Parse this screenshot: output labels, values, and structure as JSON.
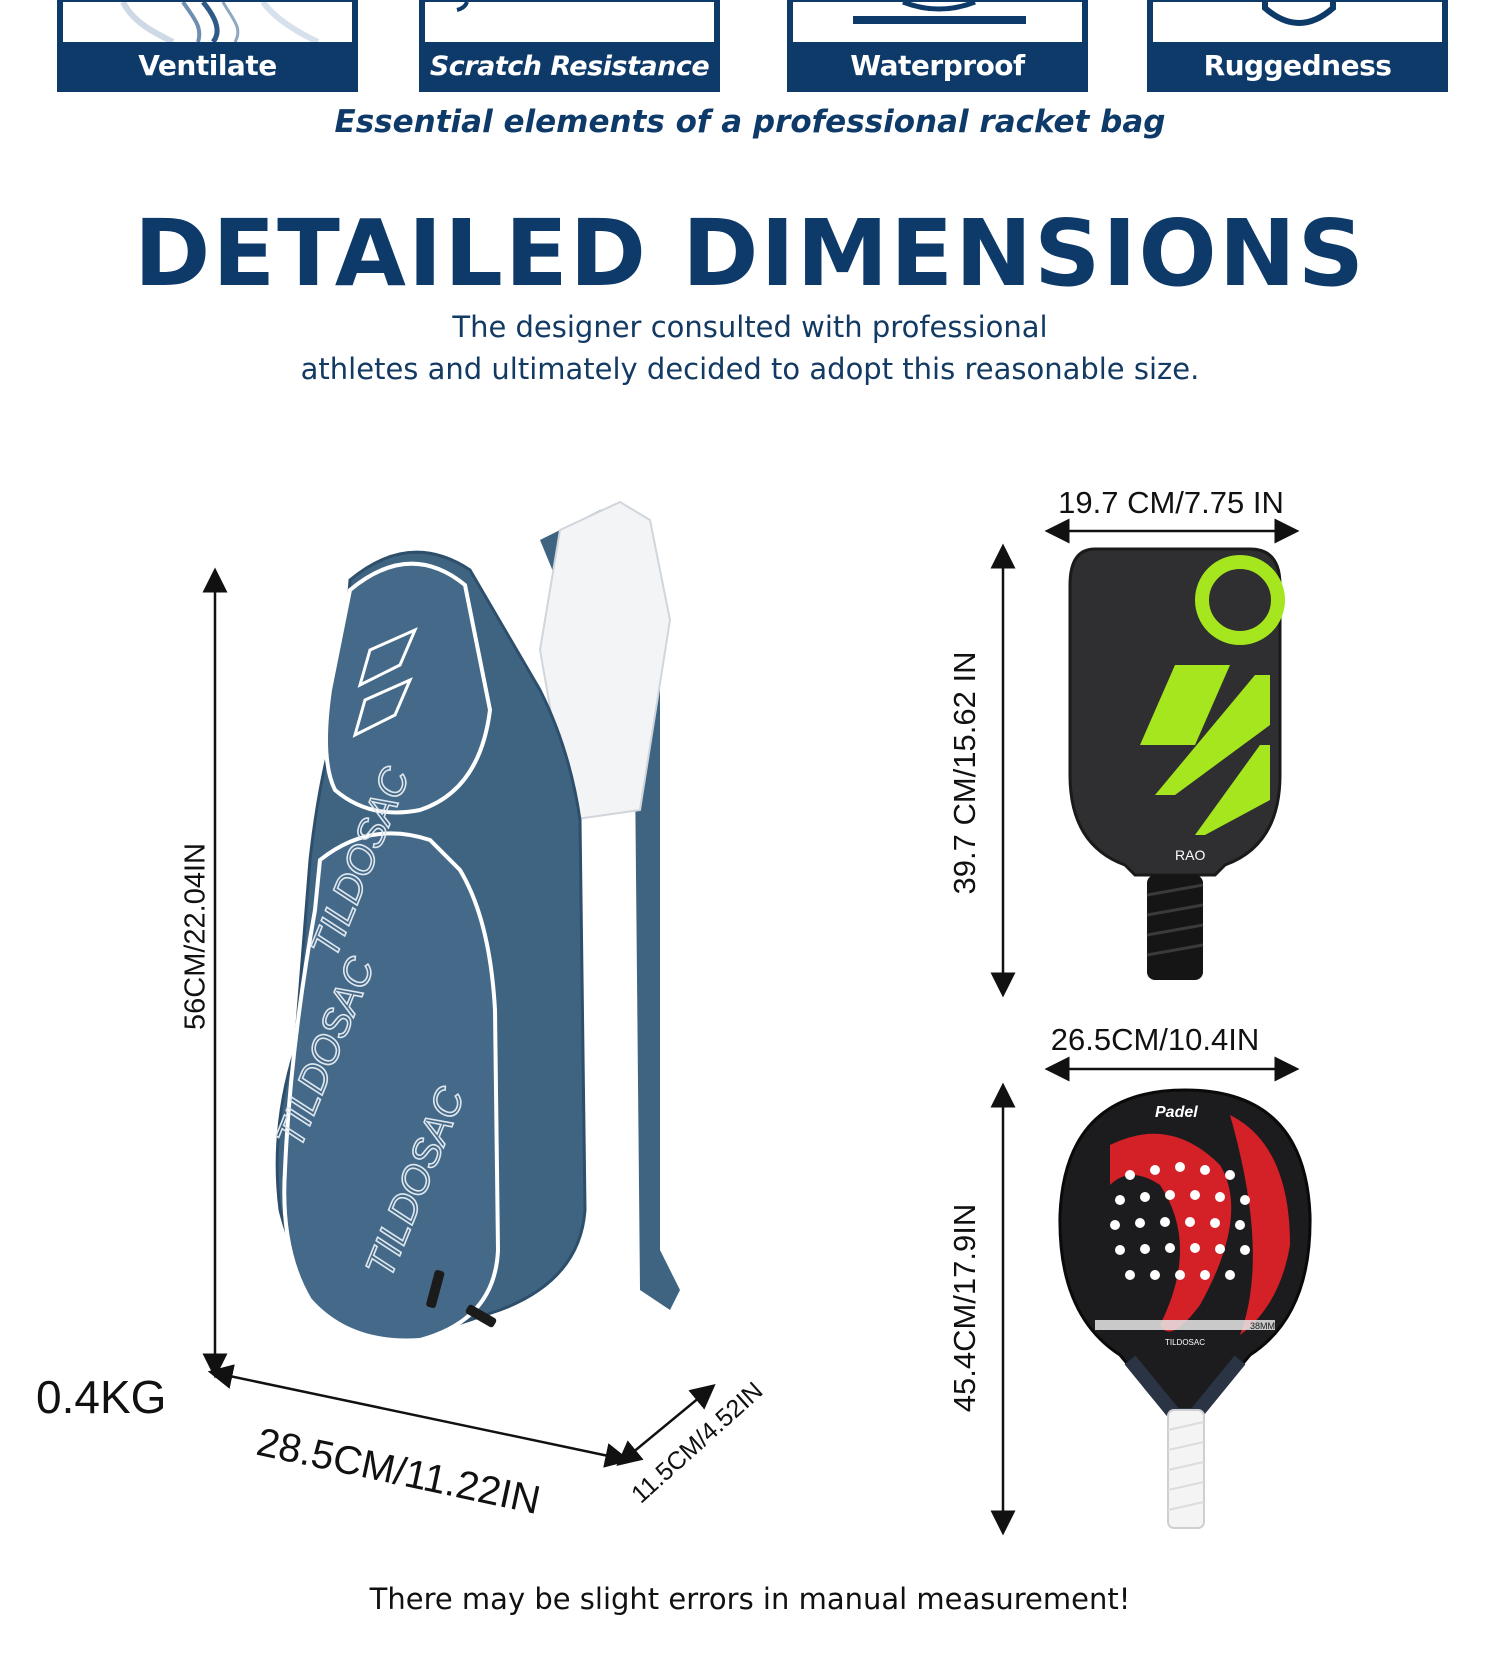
{
  "features": [
    {
      "label": "Ventilate",
      "icon": "ventilate-icon"
    },
    {
      "label": "Scratch Resistance",
      "icon": "scratch-resistance-icon"
    },
    {
      "label": "Waterproof",
      "icon": "waterproof-icon"
    },
    {
      "label": "Ruggedness",
      "icon": "ruggedness-shield-icon"
    }
  ],
  "tagline": "Essential elements of a professional racket bag",
  "heading": "DETAILED DIMENSIONS",
  "subtitle_line1": "The designer consulted with professional",
  "subtitle_line2": "athletes and ultimately decided to adopt this reasonable size.",
  "bag": {
    "brand": "TILDOSAC",
    "height": "56CM/22.04IN",
    "width": "28.5CM/11.22IN",
    "depth": "11.5CM/4.52IN",
    "weight": "0.4KG"
  },
  "pickleball": {
    "width": "19.7 CM/7.75 IN",
    "height": "39.7 CM/15.62 IN",
    "brand": "RAO"
  },
  "padel": {
    "width": "26.5CM/10.4IN",
    "height": "45.4CM/17.9IN",
    "face_text": "Padel",
    "thickness_text": "38MM",
    "brand": "TILDOSAC"
  },
  "footer": "There may be slight errors in manual measurement!",
  "colors": {
    "navy": "#0e3a6a",
    "bag_blue": "#3f6482",
    "pickle_green": "#a5e61f",
    "padel_red": "#d42027"
  }
}
